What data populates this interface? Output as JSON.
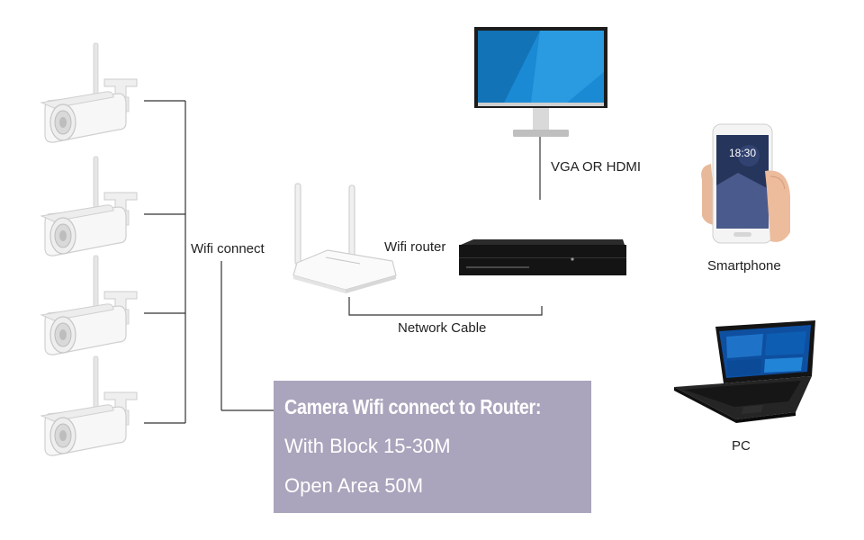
{
  "labels": {
    "wifi_connect": "Wifi connect",
    "wifi_router": "Wifi router",
    "vga_hdmi": "VGA OR HDMI",
    "network_cable": "Network Cable",
    "smartphone": "Smartphone",
    "pc": "PC"
  },
  "phone_screen_time": "18:30",
  "info_box": {
    "title": "Camera Wifi connect to Router:",
    "line1": "With Block 15-30M",
    "line2": "Open Area 50M"
  },
  "colors": {
    "info_box_bg": "#aaa4bc",
    "line": "#333333",
    "monitor_screen": "#1a8ad4",
    "nvr": "#151515"
  },
  "icons": [
    "bullet-camera-icon",
    "wifi-router-icon",
    "nvr-icon",
    "monitor-icon",
    "smartphone-icon",
    "laptop-icon"
  ]
}
